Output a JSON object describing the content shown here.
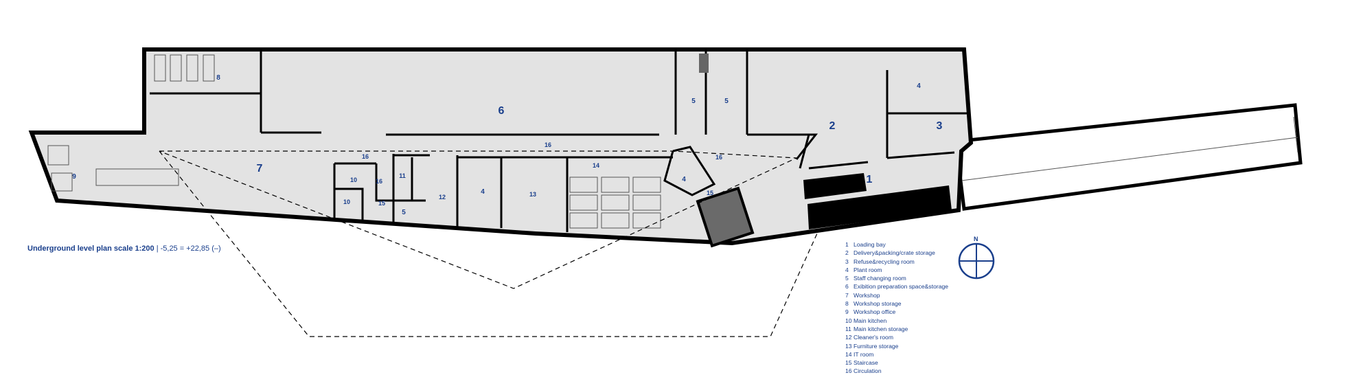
{
  "title": {
    "main": "Underground level plan scale 1:200",
    "levels": "| -5,25 = +22,85 (–)"
  },
  "compass": {
    "label": "N",
    "icon": "north-arrow-icon"
  },
  "room_labels": [
    {
      "id": "1-loading-bay",
      "text": "1"
    },
    {
      "id": "2-delivery",
      "text": "2"
    },
    {
      "id": "3-refuse",
      "text": "3"
    },
    {
      "id": "4-plant-room-ne",
      "text": "4"
    },
    {
      "id": "4-plant-room-a",
      "text": "4"
    },
    {
      "id": "4-plant-room-b",
      "text": "4"
    },
    {
      "id": "5-changing-a",
      "text": "5"
    },
    {
      "id": "5-changing-b",
      "text": "5"
    },
    {
      "id": "5-changing-c",
      "text": "5"
    },
    {
      "id": "6-exhibition-prep",
      "text": "6"
    },
    {
      "id": "7-workshop",
      "text": "7"
    },
    {
      "id": "8-workshop-storage",
      "text": "8"
    },
    {
      "id": "9-workshop-office",
      "text": "9"
    },
    {
      "id": "10-main-kitchen-a",
      "text": "10"
    },
    {
      "id": "10-main-kitchen-b",
      "text": "10"
    },
    {
      "id": "11-kitchen-storage",
      "text": "11"
    },
    {
      "id": "12-cleaners-room",
      "text": "12"
    },
    {
      "id": "13-furniture-storage",
      "text": "13"
    },
    {
      "id": "14-it-room",
      "text": "14"
    },
    {
      "id": "15-staircase-a",
      "text": "15"
    },
    {
      "id": "15-staircase-b",
      "text": "15"
    },
    {
      "id": "16-circulation-a",
      "text": "16"
    },
    {
      "id": "16-circulation-b",
      "text": "16"
    },
    {
      "id": "16-circulation-c",
      "text": "16"
    },
    {
      "id": "16-circulation-d",
      "text": "16"
    }
  ],
  "legend": [
    {
      "num": "1",
      "label": "Loading bay"
    },
    {
      "num": "2",
      "label": "Delivery&packing/crate storage"
    },
    {
      "num": "3",
      "label": "Refuse&recycling room"
    },
    {
      "num": "4",
      "label": "Plant room"
    },
    {
      "num": "5",
      "label": "Staff changing room"
    },
    {
      "num": "6",
      "label": "Exibition preparation space&storage"
    },
    {
      "num": "7",
      "label": "Workshop"
    },
    {
      "num": "8",
      "label": "Workshop storage"
    },
    {
      "num": "9",
      "label": "Workshop office"
    },
    {
      "num": "10",
      "label": "Main kitchen"
    },
    {
      "num": "11",
      "label": "Main kitchen storage"
    },
    {
      "num": "12",
      "label": "Cleaner's room"
    },
    {
      "num": "13",
      "label": "Furniture storage"
    },
    {
      "num": "14",
      "label": "IT room"
    },
    {
      "num": "15",
      "label": "Staircase"
    },
    {
      "num": "16",
      "label": "Circulation"
    }
  ],
  "colors": {
    "text": "#1a3f8c",
    "floor": "#e3e3e3",
    "wall": "#000000"
  }
}
